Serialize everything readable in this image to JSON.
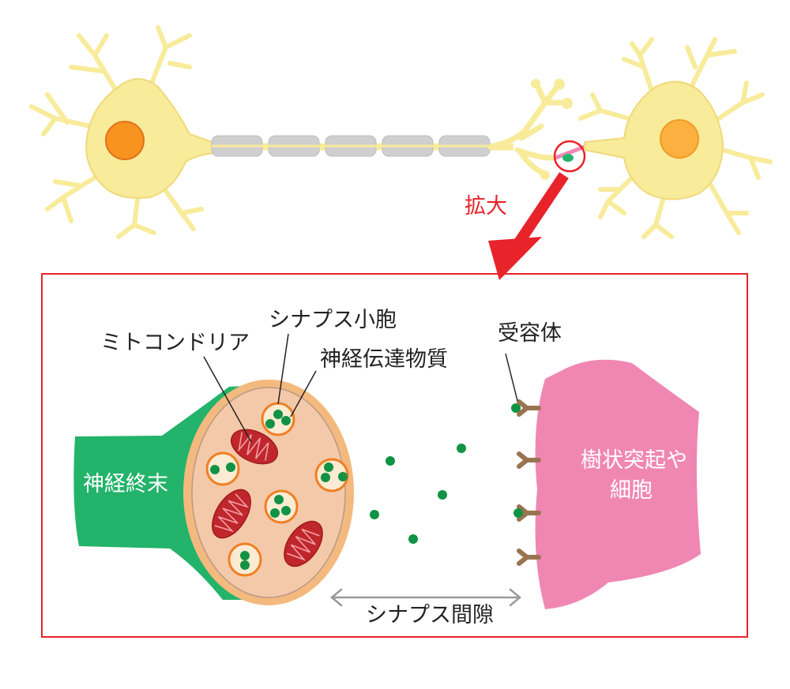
{
  "labels": {
    "zoom": "拡大",
    "mitochondria": "ミトコンドリア",
    "synaptic_vesicle": "シナプス小胞",
    "neurotransmitter": "神経伝達物質",
    "receptor": "受容体",
    "nerve_terminal": "神経終末",
    "dendrite_cell_line1": "樹状突起や",
    "dendrite_cell_line2": "細胞",
    "synaptic_cleft": "シナプス間隙"
  },
  "colors": {
    "neuron_body": "#f8eb9a",
    "neuron_outline": "#f0d97a",
    "nucleus_left": "#f7931e",
    "nucleus_right": "#fbb040",
    "myelin": "#cfcfcf",
    "highlight_red": "#e8232a",
    "nerve_terminal": "#23b36a",
    "terminal_fill": "#f4c9a9",
    "terminal_rim": "#f4b97f",
    "vesicle_ring": "#ef7f23",
    "mitochondria": "#c0272d",
    "transmitter": "#129244",
    "receptor": "#9a7450",
    "dendrite": "#f087b3",
    "arrow_gray": "#999999"
  }
}
